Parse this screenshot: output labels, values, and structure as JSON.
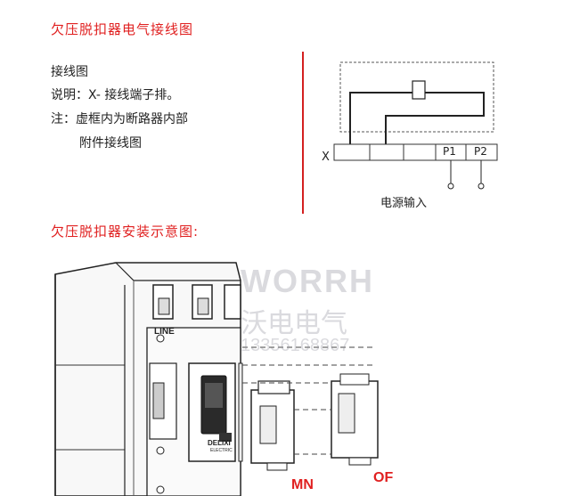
{
  "section1": {
    "title": "欠压脱扣器电气接线图",
    "legend": {
      "line1": "接线图",
      "line2": "说明：X- 接线端子排。",
      "line3": "注：虚框内为断路器内部",
      "line4": "附件接线图"
    }
  },
  "wiring_diagram": {
    "terminal_row_label": "X",
    "terminal_p1": "P1",
    "terminal_p2": "P2",
    "power_input_label": "电源输入"
  },
  "section2": {
    "title": "欠压脱扣器安装示意图:"
  },
  "installation": {
    "line_label": "LINE",
    "brand_label": "DELIXI",
    "brand_sub": "ELECTRIC",
    "label_mn": "MN",
    "label_of": "OF"
  },
  "watermark": {
    "logo": "WORRH",
    "company": "沃电电气",
    "phone": "13356168867"
  },
  "colors": {
    "accent_red": "#e02020"
  }
}
